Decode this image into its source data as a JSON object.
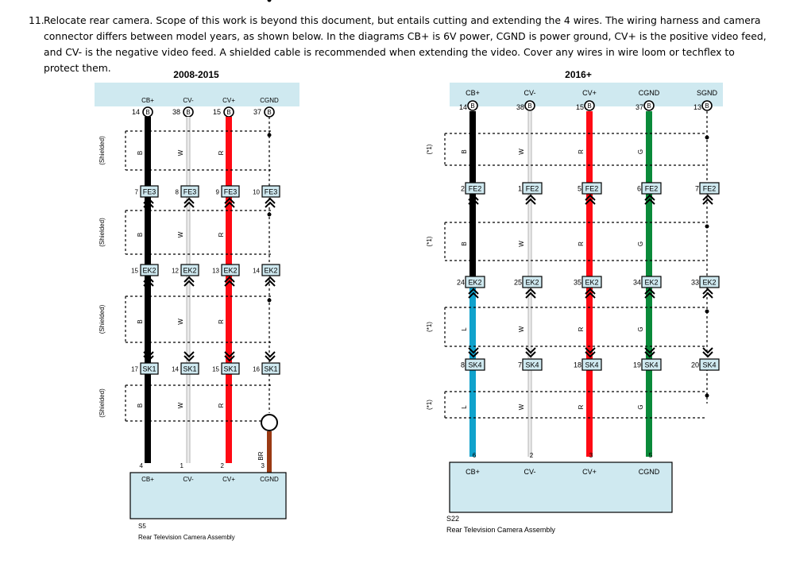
{
  "instruction": {
    "number": "11.",
    "text": "Relocate rear camera.  Scope of this work is beyond this document, but entails cutting and extending the 4 wires.  The wiring harness and camera connector differs between model years, as shown below.  In the diagrams CB+ is 6V power, CGND is power ground, CV+ is the positive video feed, and CV- is the negative video feed.  A shielded cable is recommended when extending the video.  Cover any wires in wire loom or techflex to protect them."
  },
  "colors": {
    "connector_fill": "#cfe9f0",
    "black": "#000000",
    "white_wire": "#d0d0d0",
    "red": "#ff0a14",
    "green": "#0a8a3a",
    "blue": "#10a2cc",
    "brown": "#9a3a14"
  },
  "left": {
    "title": "2008-2015",
    "shield_label": "(Shielded)",
    "top_labels": [
      "CB+",
      "CV-",
      "CV+",
      "CGND"
    ],
    "top_pins": [
      "14",
      "38",
      "15",
      "37"
    ],
    "top_pin_letter": "B",
    "wire_codes": [
      "B",
      "W",
      "R"
    ],
    "end_code": "BR",
    "connectors": [
      {
        "name": "FE3",
        "pins": [
          "7",
          "8",
          "9",
          "10"
        ]
      },
      {
        "name": "EK2",
        "pins": [
          "15",
          "12",
          "13",
          "14"
        ]
      },
      {
        "name": "SK1",
        "pins": [
          "17",
          "14",
          "15",
          "16"
        ]
      }
    ],
    "bottom_pins": [
      "4",
      "1",
      "2",
      "3"
    ],
    "bottom_labels": [
      "CB+",
      "CV-",
      "CV+",
      "CGND"
    ],
    "part_id": "S5",
    "part_name": "Rear Television Camera Assembly"
  },
  "right": {
    "title": "2016+",
    "shield_label": "(*1)",
    "top_labels": [
      "CB+",
      "CV-",
      "CV+",
      "CGND",
      "SGND"
    ],
    "top_pins": [
      "14",
      "38",
      "15",
      "37",
      "13"
    ],
    "top_pin_letter": "B",
    "wire_codes_upper": [
      "B",
      "W",
      "R",
      "G"
    ],
    "wire_codes_lower": [
      "L",
      "W",
      "R",
      "G"
    ],
    "connectors": [
      {
        "name": "FE2",
        "pins": [
          "2",
          "1",
          "5",
          "6",
          "7"
        ]
      },
      {
        "name": "EK2",
        "pins": [
          "24",
          "25",
          "35",
          "34",
          "33"
        ]
      },
      {
        "name": "SK4",
        "pins": [
          "8",
          "7",
          "18",
          "19",
          "20"
        ]
      }
    ],
    "bottom_pins": [
      "6",
      "2",
      "3",
      "5"
    ],
    "bottom_labels": [
      "CB+",
      "CV-",
      "CV+",
      "CGND"
    ],
    "part_id": "S22",
    "part_name": "Rear Television Camera Assembly"
  }
}
